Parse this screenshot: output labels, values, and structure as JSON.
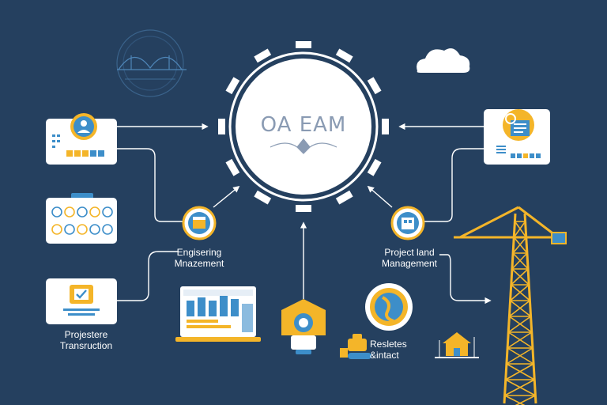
{
  "hub": {
    "title": "OA EAM"
  },
  "labels": {
    "engineering": [
      "Engisering",
      "Mnazement"
    ],
    "project_land": [
      "Project land",
      "Management"
    ],
    "projestere": [
      "Projestere",
      "Transruction"
    ],
    "resletes": [
      "Resletes",
      "&intact"
    ]
  },
  "colors": {
    "background": "#25405f",
    "accent_yellow": "#f4b529",
    "accent_blue": "#3d8ec9",
    "card": "#ffffff",
    "line": "#ffffff"
  },
  "icons": [
    "hub-ring-icon",
    "bridge-icon",
    "cloud-icon",
    "user-avatar-icon",
    "app-grid-icon",
    "checklist-icon",
    "gear-document-icon",
    "calendar-node-icon",
    "building-node-icon",
    "dashboard-monitor-icon",
    "lightbulb-gear-icon",
    "globe-hand-icon",
    "bulldozer-icon",
    "house-icon",
    "crane-icon"
  ]
}
